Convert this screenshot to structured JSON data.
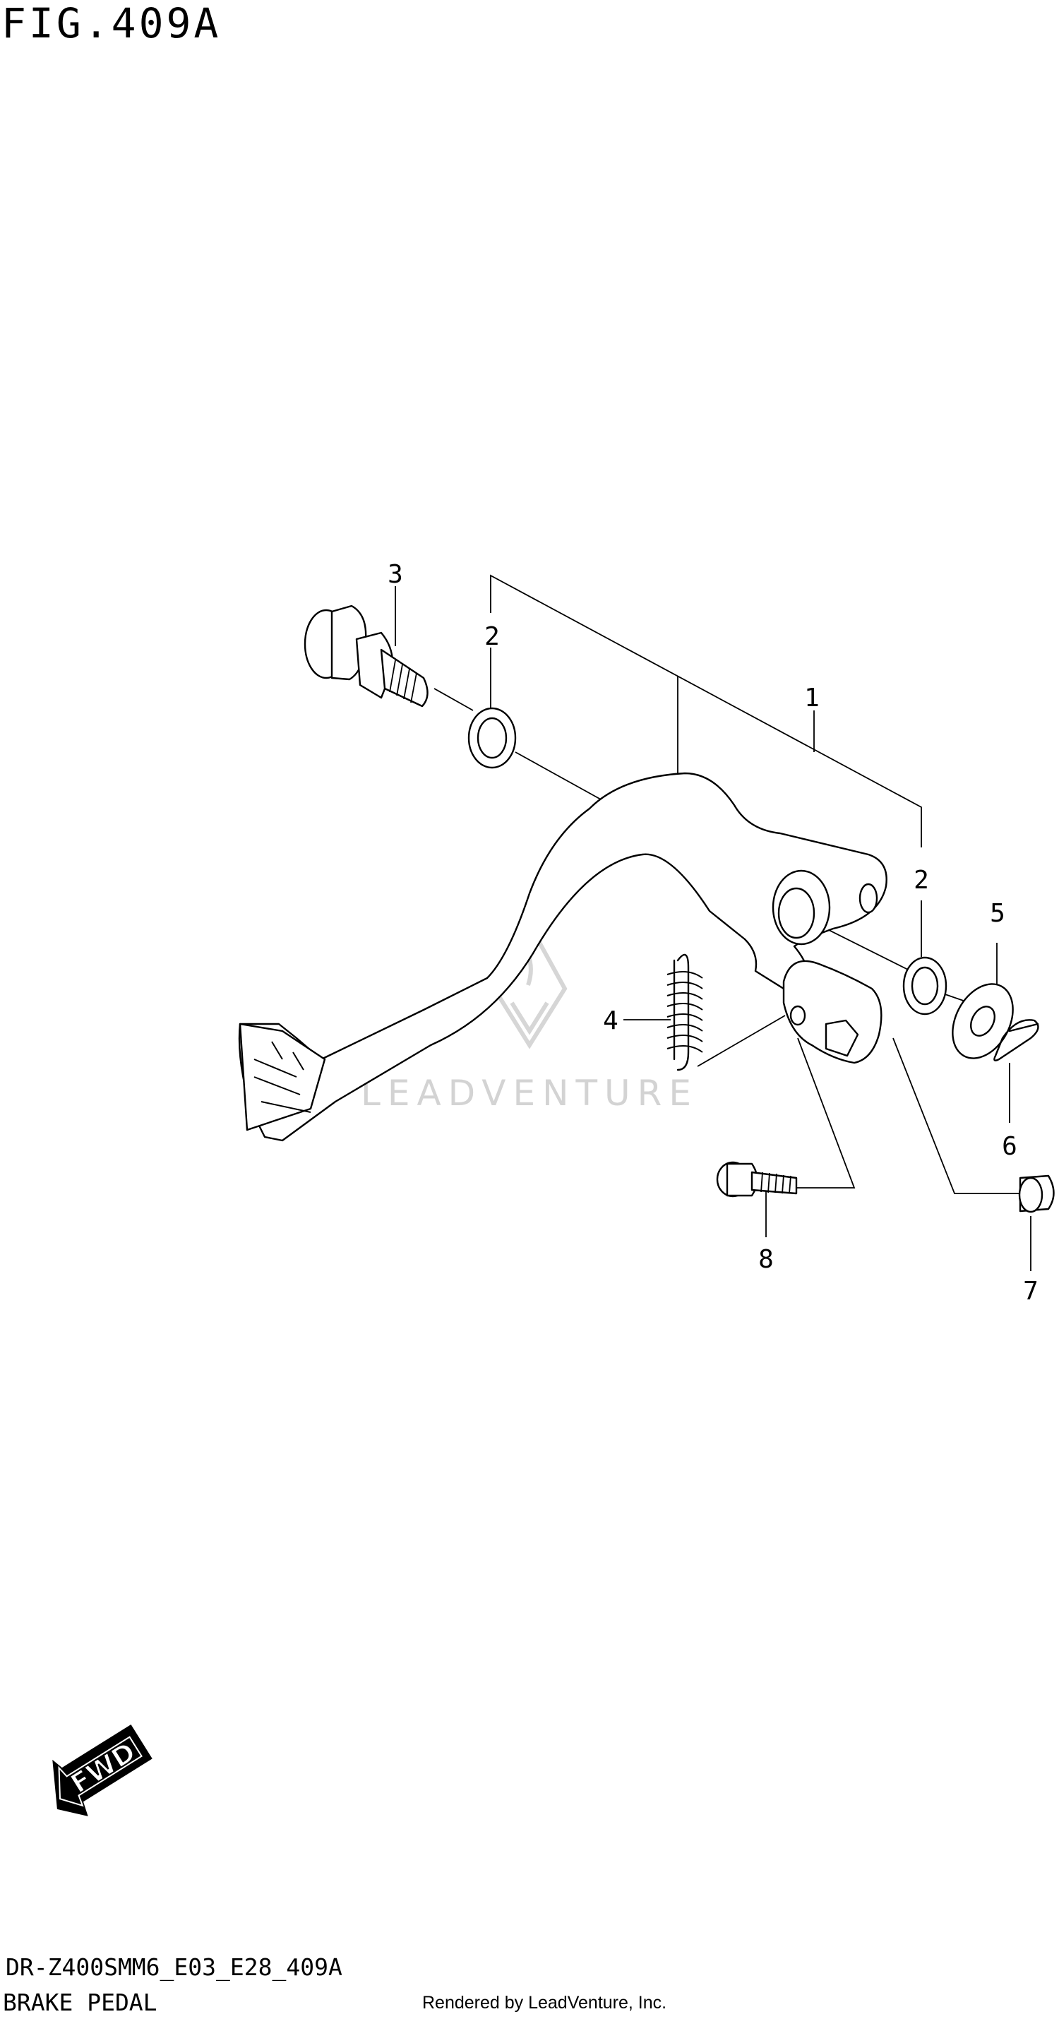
{
  "figure": {
    "title": "FIG.409A"
  },
  "callouts": [
    {
      "id": "callout-1",
      "label": "1"
    },
    {
      "id": "callout-2a",
      "label": "2"
    },
    {
      "id": "callout-2b",
      "label": "2"
    },
    {
      "id": "callout-3",
      "label": "3"
    },
    {
      "id": "callout-4",
      "label": "4"
    },
    {
      "id": "callout-5",
      "label": "5"
    },
    {
      "id": "callout-6",
      "label": "6"
    },
    {
      "id": "callout-7",
      "label": "7"
    },
    {
      "id": "callout-8",
      "label": "8"
    }
  ],
  "watermark": {
    "text": "LEADVENTURE",
    "icon": "leadventure-logo-icon"
  },
  "direction_badge": {
    "label": "FWD",
    "icon": "fwd-arrow-icon"
  },
  "footer": {
    "model_code": "DR-Z400SMM6_E03_E28_409A",
    "section_name": "BRAKE PEDAL",
    "rendered_by": "Rendered by LeadVenture, Inc."
  }
}
